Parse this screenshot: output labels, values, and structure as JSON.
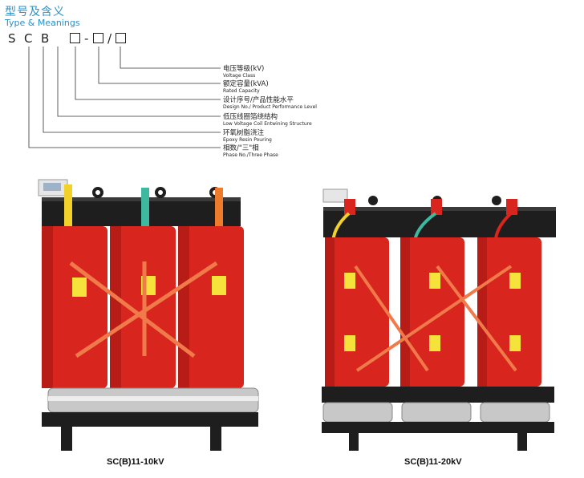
{
  "header": {
    "title_cn": "型号及含义",
    "title_en": "Type & Meanings"
  },
  "model_code": {
    "chars": [
      "S",
      "C",
      "B"
    ],
    "separators": [
      "-",
      "/"
    ]
  },
  "legend": [
    {
      "cn": "电压等级(kV)",
      "en": "Voltage Class"
    },
    {
      "cn": "额定容量(kVA)",
      "en": "Rated Capacity"
    },
    {
      "cn": "设计序号/产品性能水平",
      "en": "Design No./ Product Performance Level"
    },
    {
      "cn": "低压线圈箔绕结构",
      "en": "Low Voltage Coil Entwining Structure"
    },
    {
      "cn": "环氧树脂浇注",
      "en": "Epoxy Resin Pouring"
    },
    {
      "cn": "相数/\"三\"相",
      "en": "Phase No./Three Phase"
    }
  ],
  "products": [
    {
      "caption": "SC(B)11-10kV"
    },
    {
      "caption": "SC(B)11-20kV"
    }
  ],
  "colors": {
    "accent": "#2a8fc9",
    "coil_red": "#d8261f",
    "frame_dark": "#1e1e1e",
    "phase_yellow": "#f2d12a",
    "phase_green": "#3fb8a0",
    "phase_orange": "#ee7a2c"
  }
}
